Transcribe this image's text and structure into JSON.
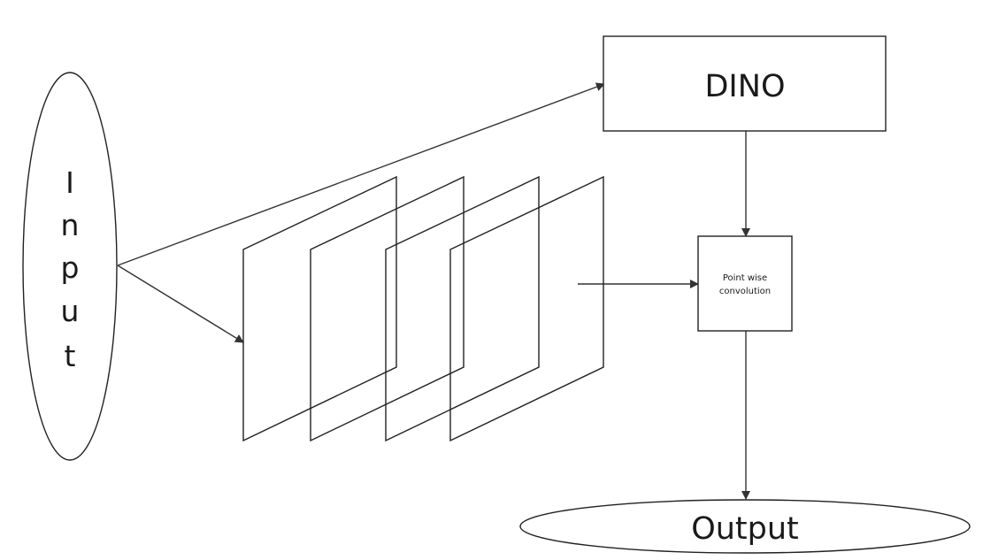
{
  "nodes": {
    "input": {
      "label": "Input",
      "letters": [
        "I",
        "n",
        "p",
        "u",
        "t"
      ]
    },
    "dino": {
      "label": "DINO"
    },
    "pointwise": {
      "line1": "Point wise",
      "line2": "convolution"
    },
    "output": {
      "label": "Output"
    }
  },
  "feature_maps": {
    "count": 4
  },
  "edges": [
    {
      "from": "input",
      "to": "dino"
    },
    {
      "from": "input",
      "to": "feature-maps"
    },
    {
      "from": "feature-maps",
      "to": "pointwise"
    },
    {
      "from": "dino",
      "to": "pointwise"
    },
    {
      "from": "pointwise",
      "to": "output"
    }
  ],
  "colors": {
    "stroke": "#222222",
    "background": "#ffffff",
    "text": "#1a1a1a"
  }
}
